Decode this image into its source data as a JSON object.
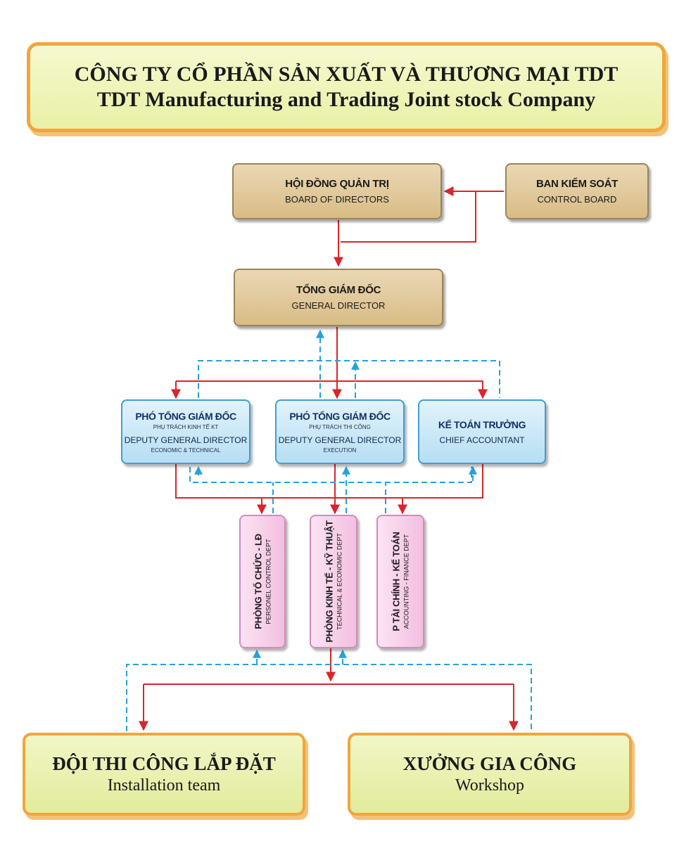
{
  "company": {
    "name_vn": "CÔNG TY CỔ PHẦN SẢN XUẤT VÀ THƯƠNG MẠI TDT",
    "name_en": "TDT Manufacturing and Trading Joint stock Company"
  },
  "nodes": {
    "board": {
      "vn": "HỘI ĐỒNG QUẢN TRỊ",
      "en": "BOARD OF DIRECTORS"
    },
    "control": {
      "vn": "BAN KIỂM SOÁT",
      "en": "CONTROL BOARD"
    },
    "director": {
      "vn": "TỔNG GIÁM ĐỐC",
      "en": "GENERAL DIRECTOR"
    },
    "deputy_econ": {
      "vn": "PHÓ TỔNG GIÁM ĐỐC",
      "sub": "PHỤ TRÁCH KINH TẾ KT",
      "en": "DEPUTY GENERAL DIRECTOR",
      "sub_en": "ECONOMIC & TECHNICAL"
    },
    "deputy_exec": {
      "vn": "PHÓ TỔNG GIÁM ĐỐC",
      "sub": "PHỤ TRÁCH THI CÔNG",
      "en": "DEPUTY GENERAL DIRECTOR",
      "sub_en": "EXECUTION"
    },
    "chief_acc": {
      "vn": "KẾ TOÁN TRƯỞNG",
      "en": "CHIEF ACCOUNTANT"
    },
    "dept_personnel": {
      "vn": "PHÒNG TỔ CHỨC - LĐ",
      "en": "PERSONEL CONTROL DEPT"
    },
    "dept_tech": {
      "vn": "PHÒNG KINH TẾ - KỸ THUẬT",
      "en": "TECHNICAL & ECONOMIC DEPT"
    },
    "dept_finance": {
      "vn": "P TÀI CHÍNH - KẾ TOÁN",
      "en": "ACCOUNTING - FINANCE DEPT"
    },
    "install": {
      "vn": "ĐỘI THI CÔNG LẮP ĐẶT",
      "en": "Installation team"
    },
    "workshop": {
      "vn": "XƯỞNG GIA CÔNG",
      "en": "Workshop"
    }
  },
  "colors": {
    "command_line": "#d9252b",
    "feedback_line": "#2a9fd8"
  }
}
